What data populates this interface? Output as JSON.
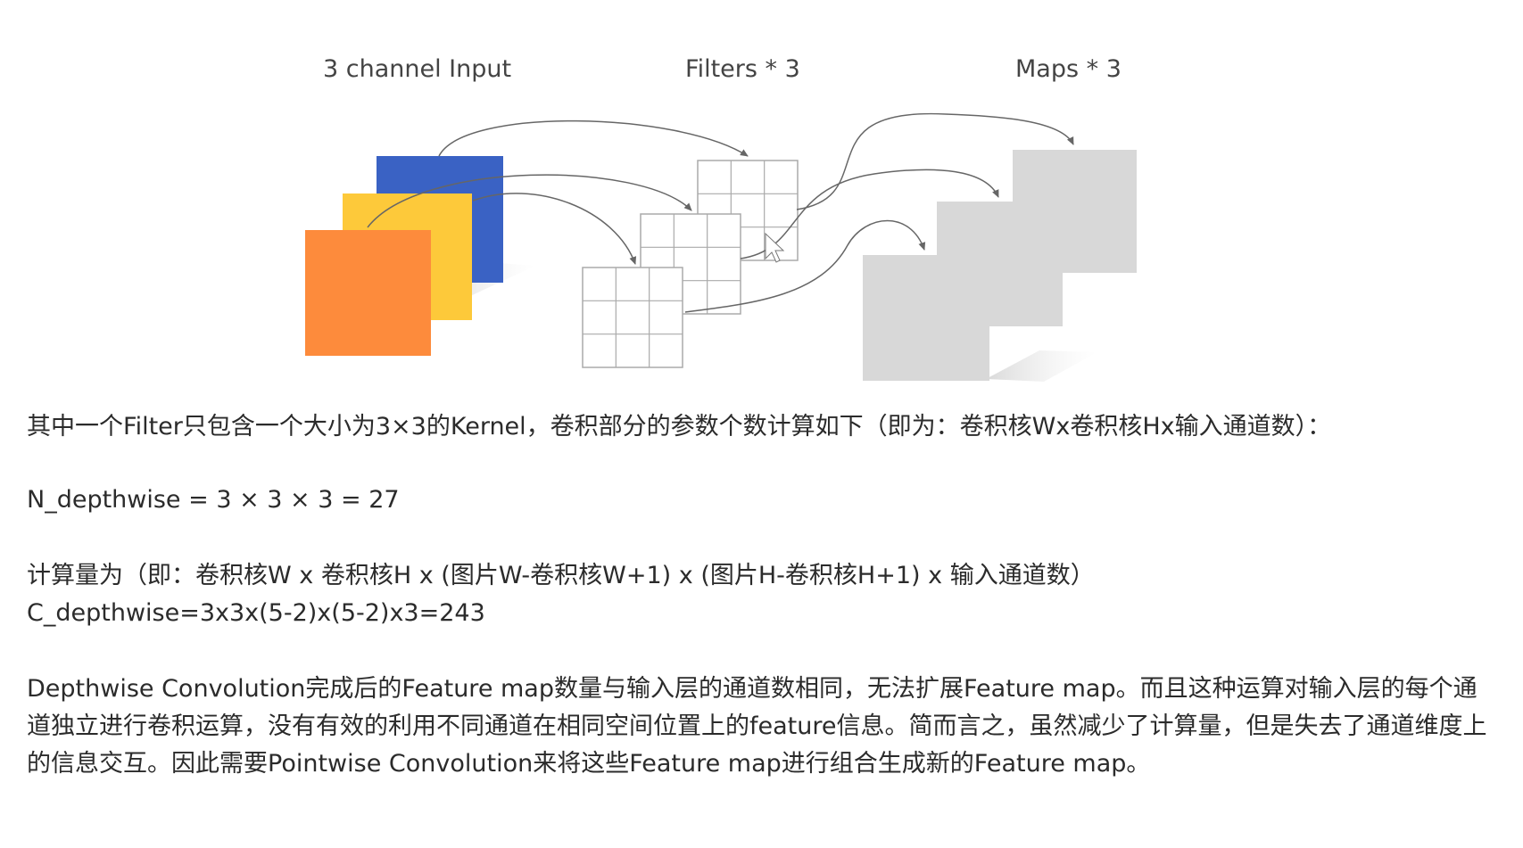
{
  "diagram": {
    "labels": {
      "input": "3 channel Input",
      "filters": "Filters * 3",
      "maps": "Maps * 3"
    },
    "colors": {
      "channel_blue": "#3a62c4",
      "channel_yellow": "#fdc93a",
      "channel_orange": "#fd8b3c",
      "map_gray": "#d8d8d8",
      "grid_line": "#aaaaaa",
      "arrow": "#666666"
    }
  },
  "text": {
    "para1": "其中一个Filter只包含一个大小为3×3的Kernel，卷积部分的参数个数计算如下（即为：卷积核Wx卷积核Hx输入通道数）：",
    "formula1": "N_depthwise = 3 × 3 × 3 = 27",
    "para2": "计算量为（即：卷积核W x 卷积核H x (图片W-卷积核W+1) x (图片H-卷积核H+1) x 输入通道数）",
    "formula2": "C_depthwise=3x3x(5-2)x(5-2)x3=243",
    "para3": "Depthwise Convolution完成后的Feature map数量与输入层的通道数相同，无法扩展Feature map。而且这种运算对输入层的每个通道独立进行卷积运算，没有有效的利用不同通道在相同空间位置上的feature信息。简而言之，虽然减少了计算量，但是失去了通道维度上的信息交互。因此需要Pointwise Convolution来将这些Feature map进行组合生成新的Feature map。"
  }
}
